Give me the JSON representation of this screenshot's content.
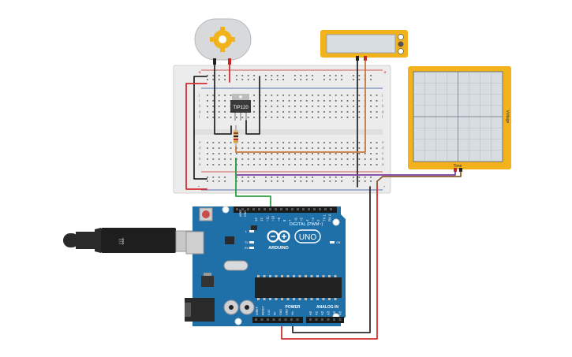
{
  "transistor": {
    "label": "TIP120"
  },
  "scope": {
    "axis_time": "Time",
    "axis_volt": "Voltage"
  },
  "arduino": {
    "brand": "ARDUINO",
    "model": "UNO",
    "digital_label": "DIGITAL (PWM~)",
    "power_label": "POWER",
    "analog_label": "ANALOG IN",
    "aref": "AREF",
    "gnd": "GND",
    "digital_pins": [
      "13",
      "12",
      "~11",
      "~10",
      "~9",
      "8",
      "7",
      "~6",
      "~5",
      "4",
      "~3",
      "2",
      "TX 1",
      "RX 0"
    ],
    "power_pins": [
      "IOREF",
      "RESET",
      "3.3V",
      "5V",
      "GND",
      "GND",
      "Vin"
    ],
    "analog_pins": [
      "A0",
      "A1",
      "A2",
      "A3",
      "A4",
      "A5"
    ],
    "tx": "TX",
    "rx": "RX",
    "l": "L",
    "on": "ON"
  },
  "breadboard": {
    "row_letters": [
      "a",
      "b",
      "c",
      "d",
      "e",
      "f",
      "g",
      "h",
      "i",
      "j"
    ],
    "rail_plus": "+",
    "rail_minus": "-"
  },
  "colors": {
    "wire_red": "#d32f2f",
    "wire_black": "#2b2b2b",
    "wire_green": "#2ea043",
    "wire_orange": "#c8793a",
    "wire_brown": "#8a5a2b",
    "wire_purple": "#7b3fa0",
    "board_blue": "#1f6fa8",
    "instrument_orange": "#f2b21b"
  }
}
